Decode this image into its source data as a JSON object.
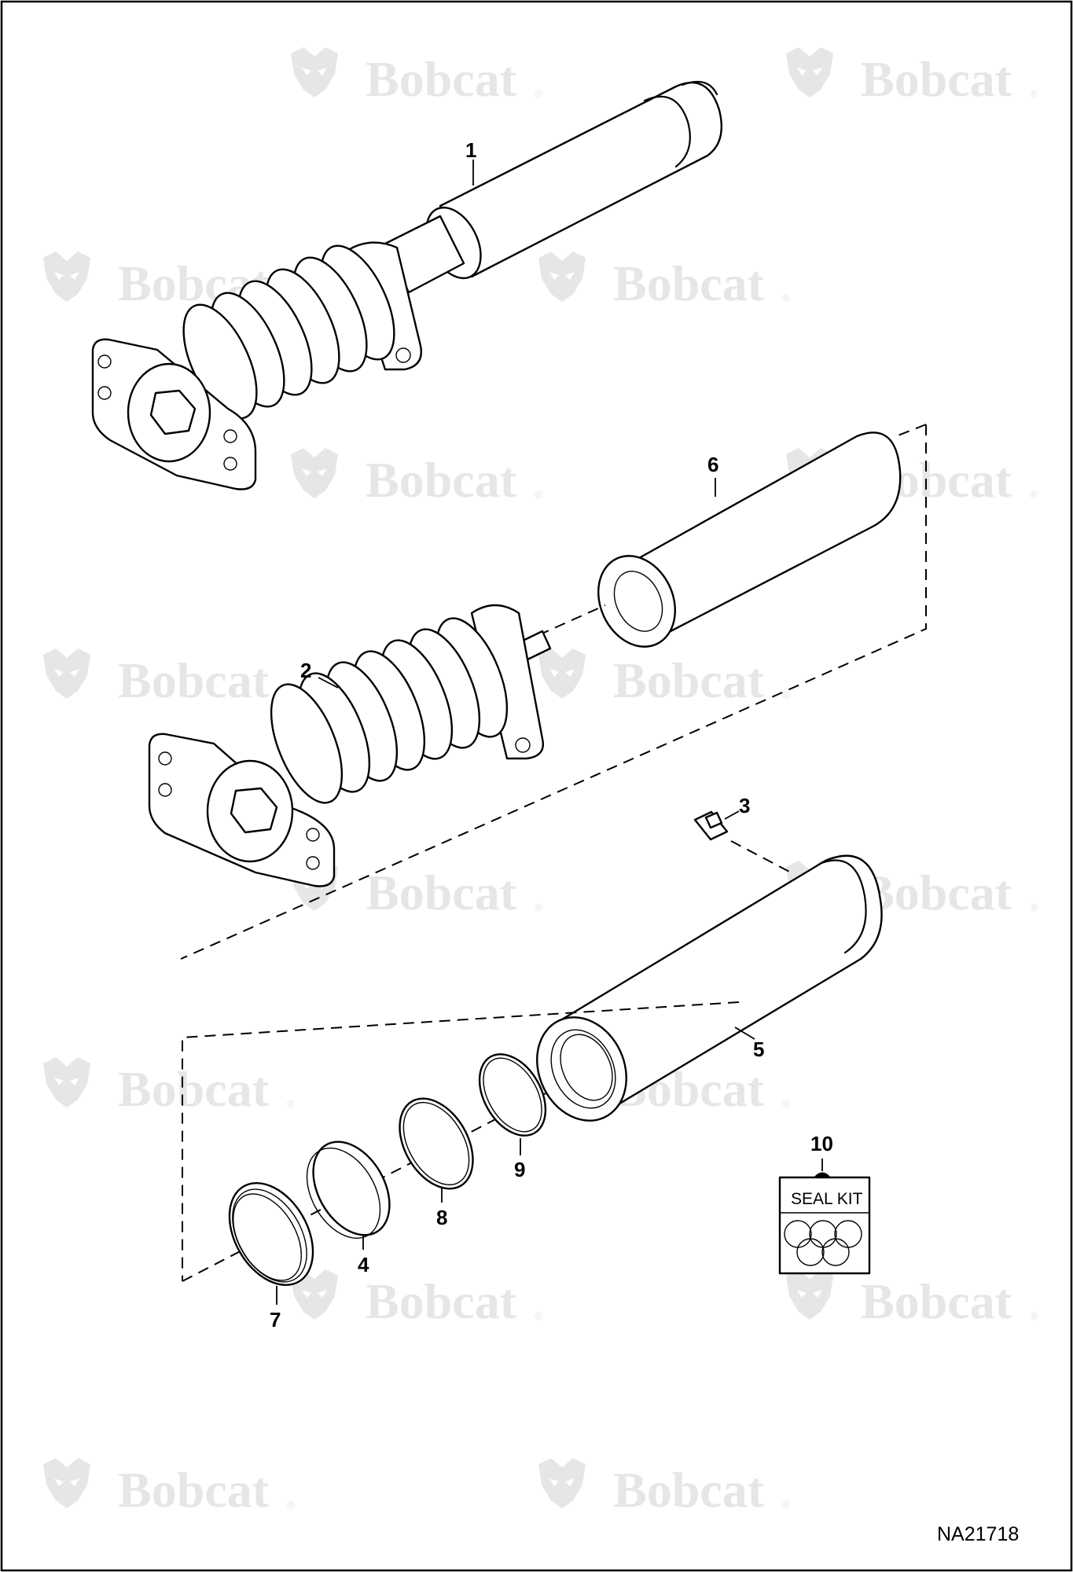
{
  "watermark": {
    "brand": "Bobcat",
    "registered_mark": "®"
  },
  "callouts": {
    "c1": "1",
    "c2": "2",
    "c3": "3",
    "c4": "4",
    "c5": "5",
    "c6": "6",
    "c7": "7",
    "c8": "8",
    "c9": "9",
    "c10": "10"
  },
  "seal_kit": {
    "label": "SEAL KIT"
  },
  "drawing_code": "NA21718",
  "colors": {
    "line": "#000000",
    "watermark": "#e6e6e6",
    "background": "#ffffff"
  }
}
